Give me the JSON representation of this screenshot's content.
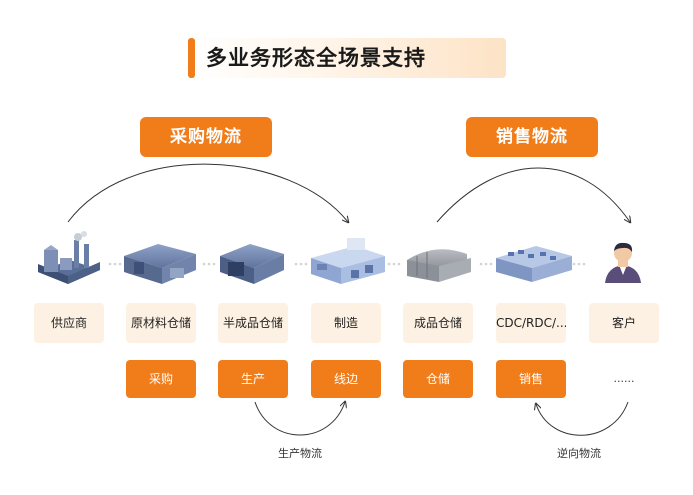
{
  "title": "多业务形态全场景支持",
  "categories": {
    "procurement": "采购物流",
    "sales": "销售物流"
  },
  "stages": [
    {
      "label": "供应商",
      "icon": "factory-icon"
    },
    {
      "label": "原材料仓储",
      "icon": "warehouse-icon"
    },
    {
      "label": "半成品仓储",
      "icon": "warehouse-icon"
    },
    {
      "label": "制造",
      "icon": "plant-icon"
    },
    {
      "label": "成品仓储",
      "icon": "warehouse-icon"
    },
    {
      "label": "CDC/RDC/...",
      "icon": "distribution-center-icon"
    },
    {
      "label": "客户",
      "icon": "customer-icon"
    }
  ],
  "actions": [
    "采购",
    "生产",
    "线边",
    "仓储",
    "销售"
  ],
  "actions_more": "......",
  "flows": {
    "production": "生产物流",
    "reverse": "逆向物流"
  },
  "colors": {
    "accent": "#f07d1a",
    "stage_bg": "#fdf1e3"
  }
}
